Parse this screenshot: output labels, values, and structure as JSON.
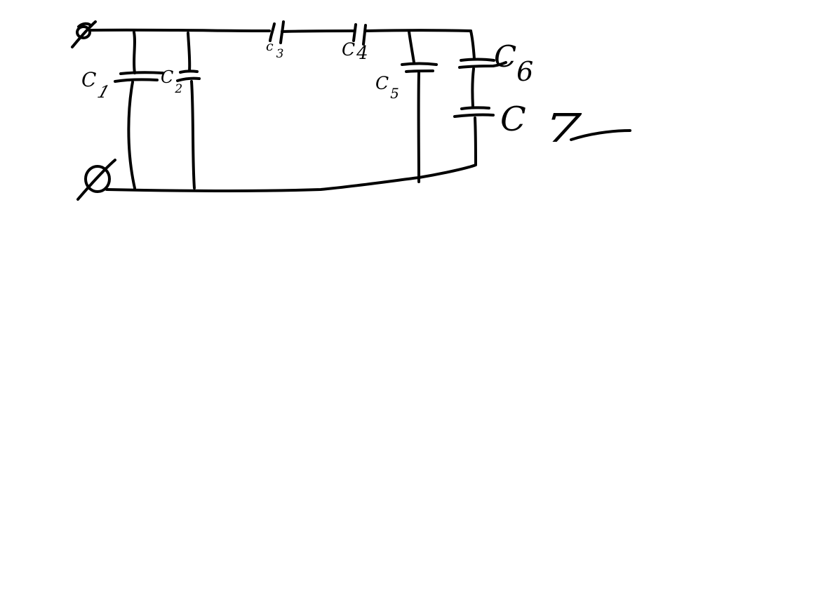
{
  "page": {
    "background_color": "#ffffff",
    "ink_color": "#000000"
  },
  "diagram": {
    "type": "hand-drawn circuit sketch",
    "subject": "capacitor network between two terminals",
    "terminal_count": 2,
    "capacitors": [
      "C1",
      "C2",
      "C3",
      "C4",
      "C5",
      "C6",
      "C7"
    ],
    "topology": {
      "series_on_top_wire": [
        "C3",
        "C4"
      ],
      "shunt_branches_to_bottom_wire": [
        "C1",
        "C2",
        "C5"
      ],
      "right_series_branch": [
        "C6",
        "C7"
      ]
    }
  },
  "labels": {
    "c1": {
      "base": "C",
      "sub": "1"
    },
    "c2": {
      "base": "C",
      "sub": "2"
    },
    "c3": {
      "base": "c",
      "sub": "3"
    },
    "c4": {
      "base": "C",
      "sub": "4"
    },
    "c5": {
      "base": "C",
      "sub": "5"
    },
    "c6": {
      "base": "C",
      "sub": "6"
    },
    "c7": {
      "base": "C",
      "sub": "7"
    }
  }
}
